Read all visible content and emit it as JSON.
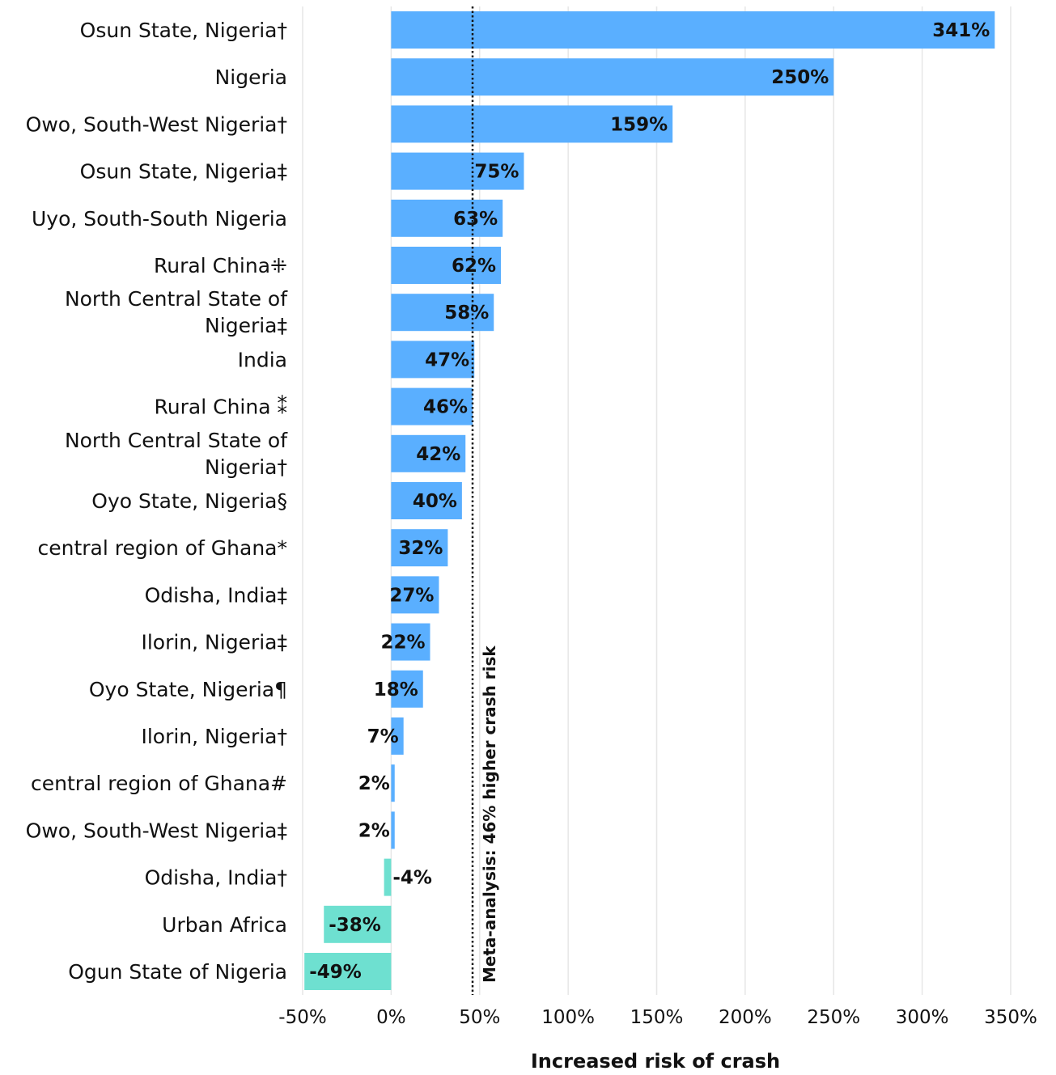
{
  "chart_data": {
    "type": "bar",
    "orientation": "horizontal",
    "categories": [
      "Osun State, Nigeria†",
      "Nigeria",
      "Owo, South-West Nigeria†",
      "Osun State, Nigeria‡",
      "Uyo, South-South Nigeria",
      "Rural China⁜",
      "North Central State of Nigeria‡",
      "India",
      "Rural China ⁑",
      "North Central State of Nigeria†",
      "Oyo State, Nigeria§",
      "central region of Ghana*",
      "Odisha, India‡",
      "Ilorin, Nigeria‡",
      "Oyo State, Nigeria¶",
      "Ilorin, Nigeria†",
      "central region of Ghana#",
      "Owo, South-West Nigeria‡",
      "Odisha, India†",
      "Urban Africa",
      "Ogun State of Nigeria"
    ],
    "values": [
      341,
      250,
      159,
      75,
      63,
      62,
      58,
      47,
      46,
      42,
      40,
      32,
      27,
      22,
      18,
      7,
      2,
      2,
      -4,
      -38,
      -49
    ],
    "value_labels": [
      "341%",
      "250%",
      "159%",
      "75%",
      "63%",
      "62%",
      "58%",
      "47%",
      "46%",
      "42%",
      "40%",
      "32%",
      "27%",
      "22%",
      "18%",
      "7%",
      "2%",
      "2%",
      "-4%",
      "-38%",
      "-49%"
    ],
    "xlabel": "Increased risk of crash",
    "ylabel": "",
    "xlim": [
      -50,
      350
    ],
    "ticks": [
      -50,
      0,
      50,
      100,
      150,
      200,
      250,
      300,
      350
    ],
    "tick_labels": [
      "-50%",
      "0%",
      "50%",
      "100%",
      "150%",
      "200%",
      "250%",
      "300%",
      "350%"
    ],
    "grid": "vertical",
    "reference_line": {
      "value": 46,
      "label": "Meta-analysis: 46% higher crash risk",
      "style": "dotted"
    },
    "colors": {
      "positive": "#5aafff",
      "negative": "#6ee0d0",
      "grid": "#e6e6e6",
      "reference": "#111111"
    }
  }
}
